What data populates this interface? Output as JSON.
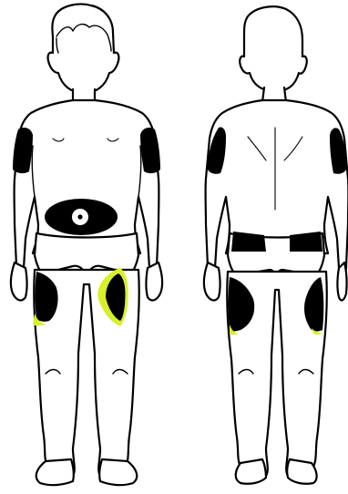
{
  "figure": {
    "views": [
      "front",
      "back"
    ],
    "colors": {
      "outline": "#000000",
      "skin": "#ffffff",
      "zone_fill": "#000000",
      "highlight": "#d8f02a",
      "navel_marker": "#ffffff"
    },
    "zones": {
      "front": [
        "left-upper-arm",
        "right-upper-arm",
        "abdomen",
        "left-thigh",
        "right-thigh"
      ],
      "back": [
        "left-upper-arm",
        "right-upper-arm",
        "left-upper-buttock",
        "right-upper-buttock",
        "left-outer-thigh",
        "right-outer-thigh"
      ]
    },
    "highlighted_zone": "front-right-thigh"
  }
}
